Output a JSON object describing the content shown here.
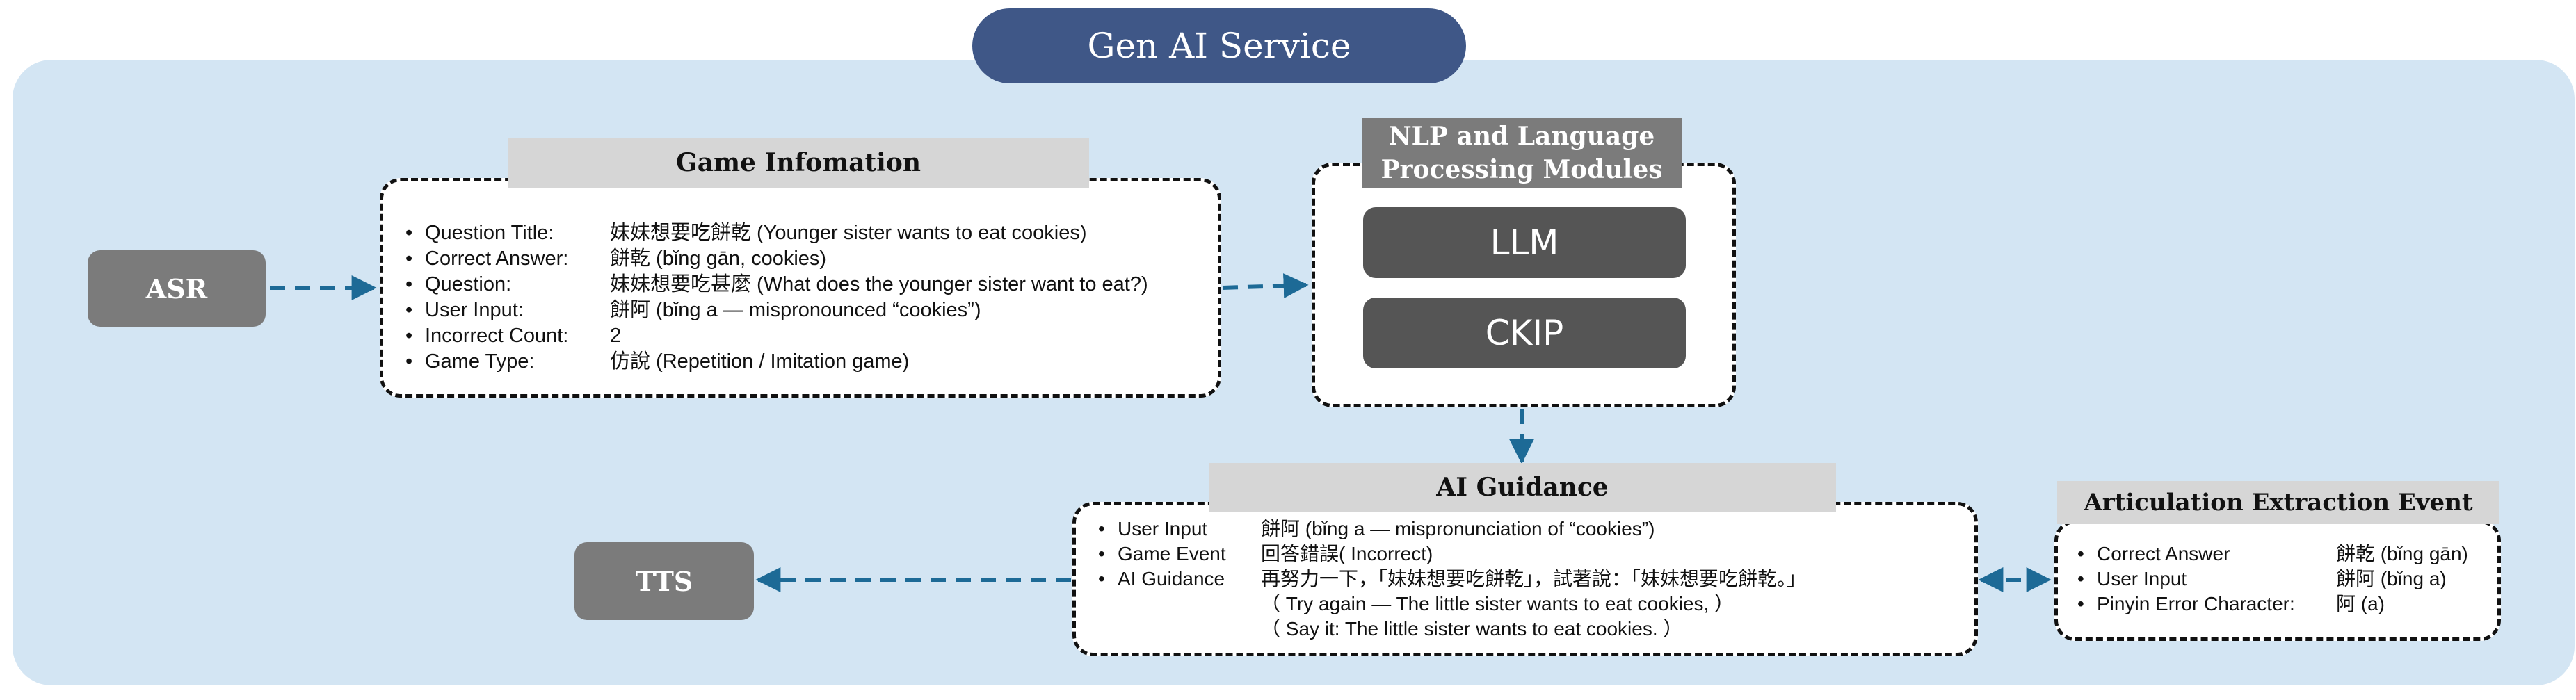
{
  "service_title": "Gen AI Service",
  "asr": {
    "label": "ASR"
  },
  "tts": {
    "label": "TTS"
  },
  "game_info": {
    "header": "Game Infomation",
    "items": [
      {
        "key": "Question Title:",
        "value": "妹妹想要吃餅乾 (Younger sister wants to eat cookies)"
      },
      {
        "key": "Correct Answer:",
        "value": "餅乾 (bǐng gān, cookies)"
      },
      {
        "key": "Question:",
        "value": "妹妹想要吃甚麼 (What does the younger sister want to eat?)"
      },
      {
        "key": "User Input:",
        "value": "餅阿 (bǐng a — mispronounced “cookies”)"
      },
      {
        "key": "Incorrect Count:",
        "value": "2"
      },
      {
        "key": "Game Type:",
        "value": "仿說 (Repetition / Imitation game)"
      }
    ]
  },
  "nlp": {
    "header": "NLP and Language Processing Modules",
    "modules": [
      "LLM",
      "CKIP"
    ]
  },
  "ai_guidance": {
    "header": "AI Guidance",
    "items": [
      {
        "key": "User Input",
        "value": "餅阿 (bǐng a — mispronunciation of “cookies”)"
      },
      {
        "key": "Game Event",
        "value": "回答錯誤( Incorrect)"
      },
      {
        "key": "AI Guidance",
        "value": "再努力一下，「妹妹想要吃餅乾」，試著說：「妹妹想要吃餅乾。」"
      }
    ],
    "subs": [
      "（ Try again — The little sister wants to eat cookies, ）",
      "（ Say it: The little sister wants to eat cookies. ）"
    ]
  },
  "articulation": {
    "header": "Articulation  Extraction Event",
    "items": [
      {
        "key": "Correct Answer",
        "value": "餅乾 (bǐng gān)"
      },
      {
        "key": "User Input",
        "value": "餅阿 (bǐng a)"
      },
      {
        "key": "Pinyin Error Character:",
        "value": "阿 (a)"
      }
    ]
  }
}
